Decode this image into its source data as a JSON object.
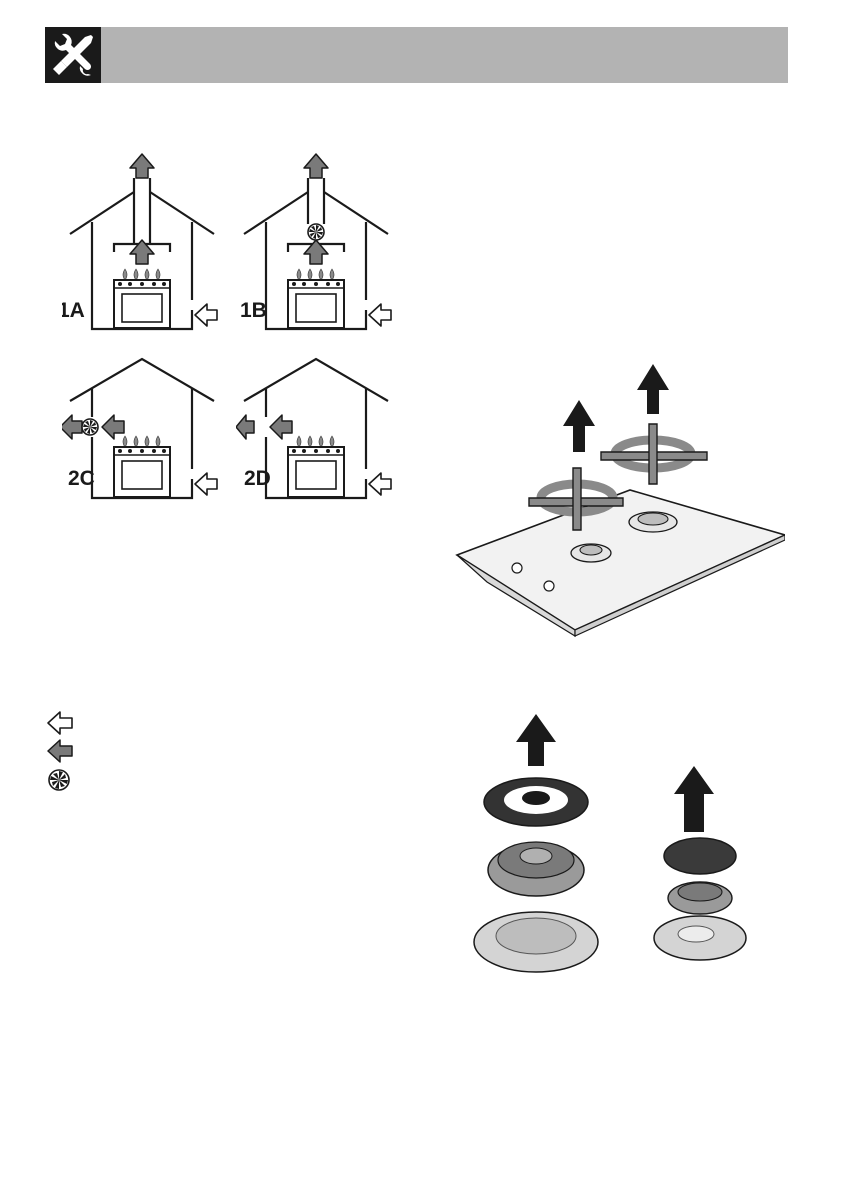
{
  "header": {
    "icon": "wrench-screwdriver-icon",
    "background_color": "#b3b3b3",
    "badge_color": "#1a1a1a"
  },
  "ventilation_diagrams": [
    {
      "id": "house-1a",
      "label": "1A"
    },
    {
      "id": "house-1b",
      "label": "1B"
    },
    {
      "id": "house-2c",
      "label": "2C"
    },
    {
      "id": "house-2d",
      "label": "2D"
    }
  ],
  "legend": {
    "items": [
      {
        "icon": "white-arrow-icon",
        "text": ""
      },
      {
        "icon": "grey-arrow-icon",
        "text": ""
      },
      {
        "icon": "fan-icon",
        "text": ""
      }
    ]
  },
  "illustrations": [
    {
      "id": "hob-pan-supports",
      "icon": "hob-pan-support-removal-icon"
    },
    {
      "id": "burner-components",
      "icon": "burner-parts-removal-icon"
    }
  ]
}
